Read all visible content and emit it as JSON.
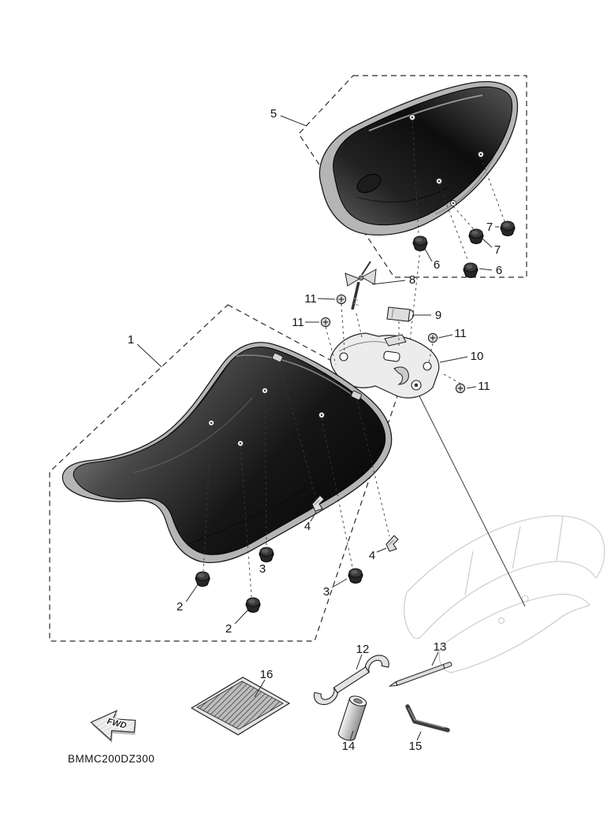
{
  "page": {
    "part_code": "BMMC200DZ300",
    "fwd_label": "FWD"
  },
  "colors": {
    "line": "#2b2b2b",
    "seat_dark": "#111111",
    "seat_light": "#b5b5b5",
    "ghost_frame": "#c9c9c9",
    "background": "#ffffff"
  },
  "callouts": {
    "c1": "1",
    "c2a": "2",
    "c2b": "2",
    "c3a": "3",
    "c3b": "3",
    "c4a": "4",
    "c4b": "4",
    "c5": "5",
    "c6a": "6",
    "c6b": "6",
    "c7a": "7",
    "c7b": "7",
    "c8": "8",
    "c9": "9",
    "c10": "10",
    "c11a": "11",
    "c11b": "11",
    "c11c": "11",
    "c11d": "11",
    "c12": "12",
    "c13": "13",
    "c14": "14",
    "c15": "15",
    "c16": "16"
  }
}
